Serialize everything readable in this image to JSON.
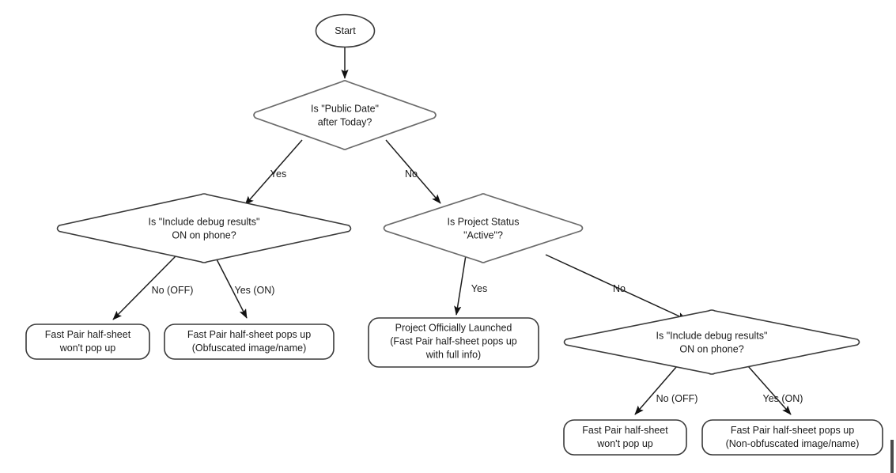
{
  "diagram": {
    "title": "Fast Pair half-sheet visibility decision flow",
    "accent_color": "#1a1a1a",
    "node_stroke": "#3a3a3a",
    "background": "#ffffff"
  },
  "nodes": {
    "start": {
      "label": "Start",
      "shape": "ellipse"
    },
    "decision_public_date": {
      "shape": "diamond",
      "line1": "Is \"Public Date\"",
      "line2": "after Today?"
    },
    "decision_debug_left": {
      "shape": "diamond",
      "line1": "Is \"Include debug results\"",
      "line2": "ON on phone?"
    },
    "decision_project_status": {
      "shape": "diamond",
      "line1": "Is Project Status",
      "line2": "\"Active\"?"
    },
    "decision_debug_right": {
      "shape": "diamond",
      "line1": "Is \"Include debug results\"",
      "line2": "ON on phone?"
    },
    "terminal_no_popup_left": {
      "shape": "rounded-rect",
      "line1": "Fast Pair half-sheet",
      "line2": "won't pop up"
    },
    "terminal_obfuscated": {
      "shape": "rounded-rect",
      "line1": "Fast Pair half-sheet pops up",
      "line2": "(Obfuscated image/name)"
    },
    "terminal_launched": {
      "shape": "rounded-rect",
      "line1": "Project Officially Launched",
      "line2": "(Fast Pair half-sheet pops up",
      "line3": "with full info)"
    },
    "terminal_no_popup_right": {
      "shape": "rounded-rect",
      "line1": "Fast Pair half-sheet",
      "line2": "won't pop up"
    },
    "terminal_non_obfuscated": {
      "shape": "rounded-rect",
      "line1": "Fast Pair half-sheet pops up",
      "line2": "(Non-obfuscated image/name)"
    }
  },
  "edge_labels": {
    "public_date_yes": "Yes",
    "public_date_no": "No",
    "debug_left_no": "No (OFF)",
    "debug_left_yes": "Yes (ON)",
    "project_status_yes": "Yes",
    "project_status_no": "No",
    "debug_right_no": "No (OFF)",
    "debug_right_yes": "Yes (ON)"
  }
}
